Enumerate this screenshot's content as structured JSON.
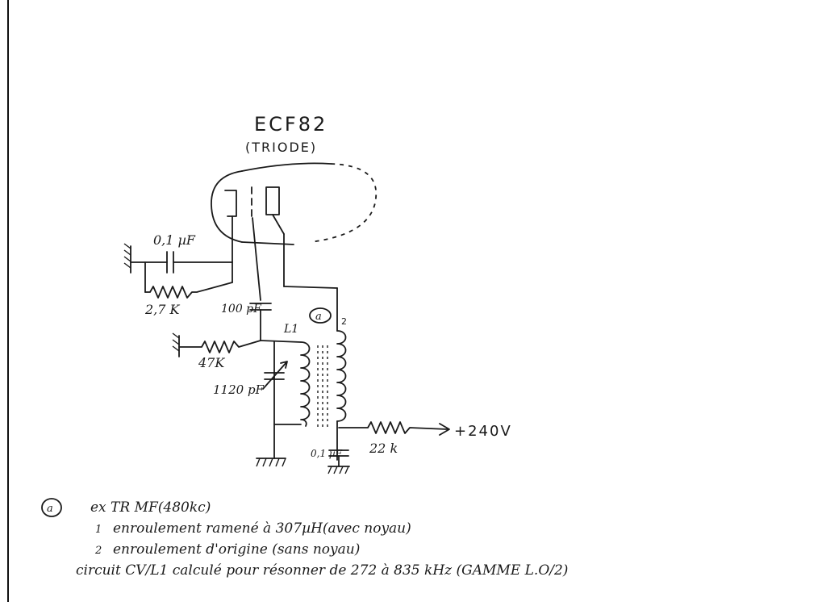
{
  "tube": {
    "name": "ECF82",
    "section": "(TRIODE)"
  },
  "components": {
    "c_grid_leak": "0,1 µF",
    "r_cathode": "2,7 K",
    "c_coupling": "100 pF",
    "r_grid": "47K",
    "coil_label": "L1",
    "coil_tap": "2",
    "c_variable": "1120 pF",
    "c_decoupling": "0,1 µF",
    "r_supply": "22 k",
    "supply": "+240V",
    "note_marker": "a"
  },
  "notes": {
    "marker": "a",
    "line1": "ex TR MF(480kc)",
    "line2_num": "1",
    "line2": "enroulement ramené à 307µH(avec noyau)",
    "line3_num": "2",
    "line3": "enroulement d'origine (sans noyau)",
    "line4": "circuit CV/L1 calculé pour résonner de 272 à 835 kHz (GAMME L.O/2)"
  }
}
